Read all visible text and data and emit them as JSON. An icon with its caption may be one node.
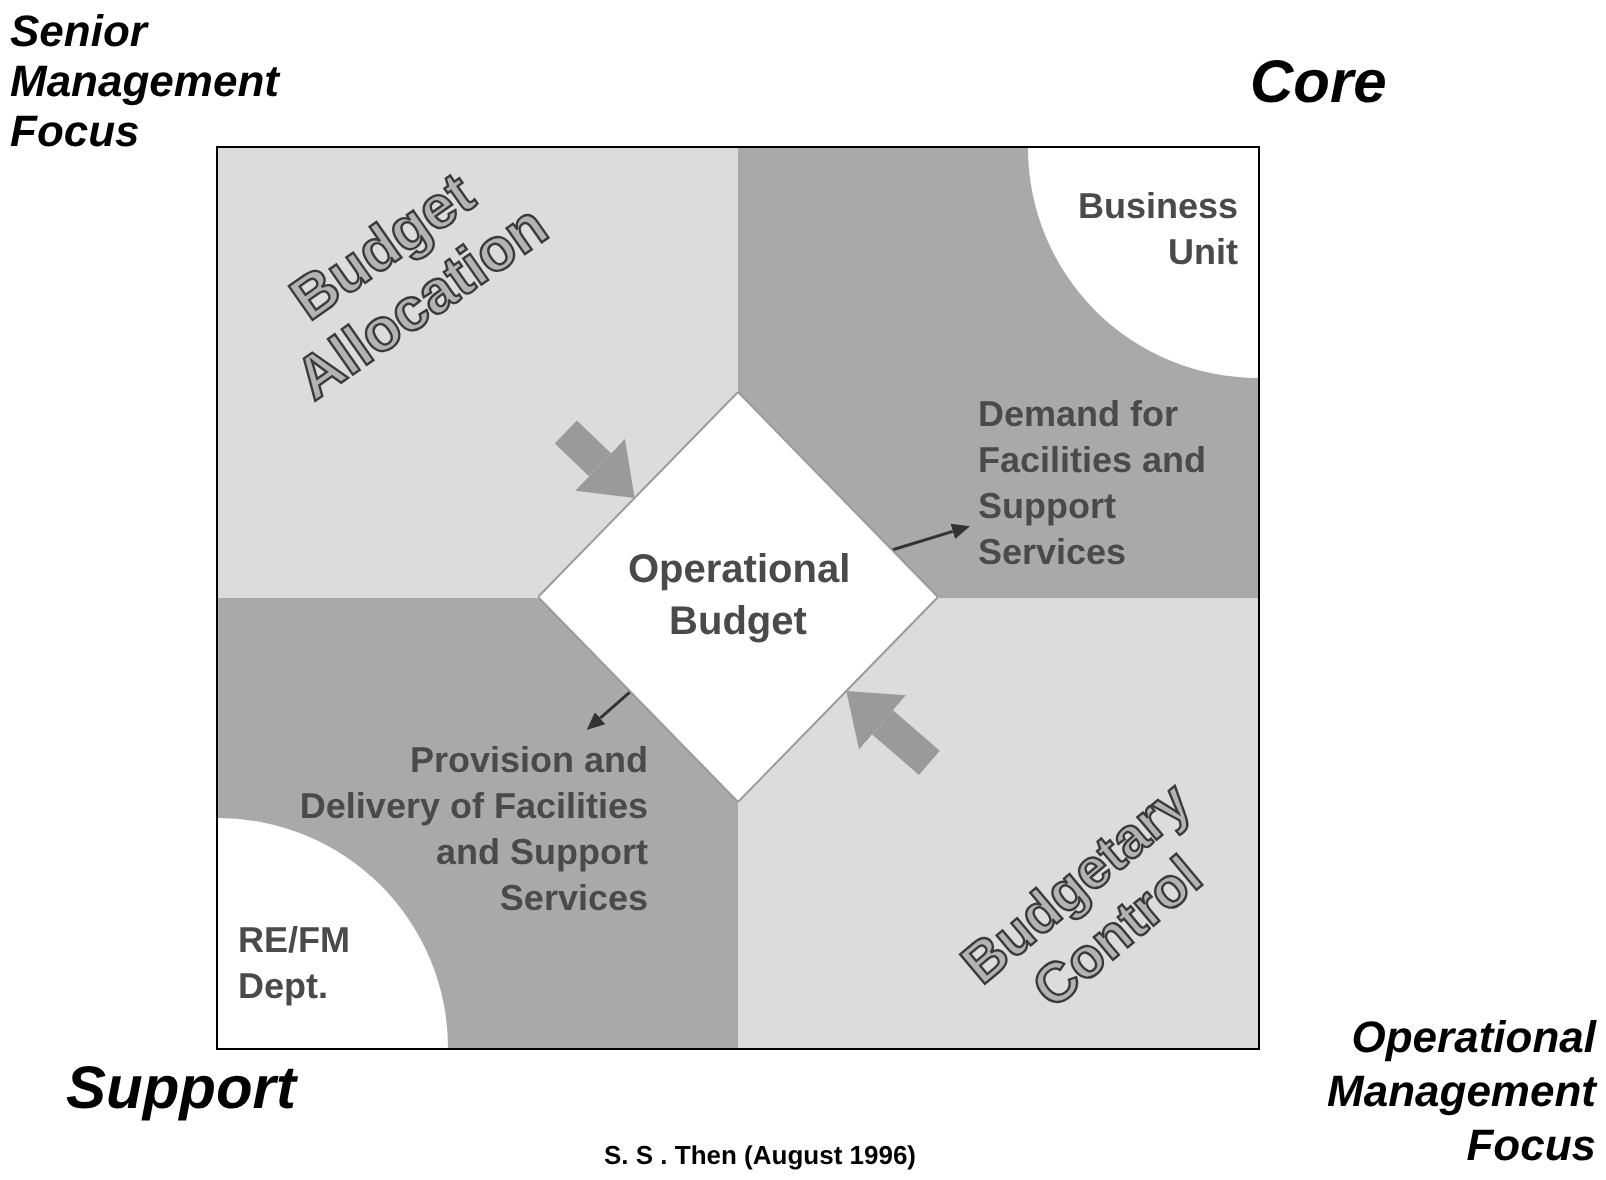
{
  "diagram": {
    "caption": "S. S . Then (August 1996)",
    "nodes": [
      {
        "text": [
          "Budget Allocation"
        ]
      },
      {
        "text": [
          "Demand for Facilities and Support Services"
        ]
      },
      {
        "text": [
          "Business Unit"
        ]
      },
      {
        "text": [
          "Operational Budget"
        ]
      },
      {
        "text": [
          "Provision and Delivery of Facilities and Support Services"
        ]
      },
      {
        "text": [
          "RE/FM Dept."
        ]
      },
      {
        "text": [
          "Budgetary Control"
        ]
      }
    ],
    "edges": [
      {
        "from": 0,
        "to": 3,
        "arrow": "to",
        "style": "thick",
        "color": "#9a9a9a"
      },
      {
        "from": 3,
        "to": 1,
        "arrow": "to",
        "color": "#333333"
      },
      {
        "from": 6,
        "to": 3,
        "arrow": "to",
        "style": "thick",
        "color": "#9a9a9a"
      },
      {
        "from": 3,
        "to": 4,
        "arrow": "to",
        "color": "#333333"
      }
    ],
    "labels": [
      "Senior Management Focus",
      "Core",
      "Support",
      "Operational Management Focus"
    ]
  }
}
